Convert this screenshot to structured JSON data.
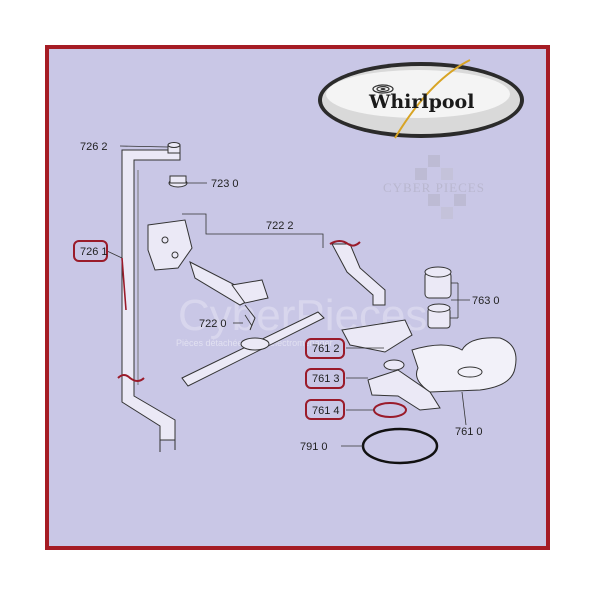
{
  "brand": {
    "logo_text": "Whirlpool",
    "watermark_brand": "CYBER PIECES",
    "watermark_big": "CyberPieces",
    "watermark_small": "Pièces détachées pour électroménager"
  },
  "colors": {
    "frame": "#a51c24",
    "background": "#c9c7e6",
    "highlight": "#9a1b2a",
    "part_fill": "#ebe9f6",
    "part_stroke": "#333333"
  },
  "labels": {
    "p7262": "726 2",
    "p7230": "723 0",
    "p7261": "726 1",
    "p7222": "722 2",
    "p7220": "722 0",
    "p7630": "763 0",
    "p7612": "761 2",
    "p7613": "761 3",
    "p7614": "761 4",
    "p7610": "761 0",
    "p7910": "791 0"
  }
}
